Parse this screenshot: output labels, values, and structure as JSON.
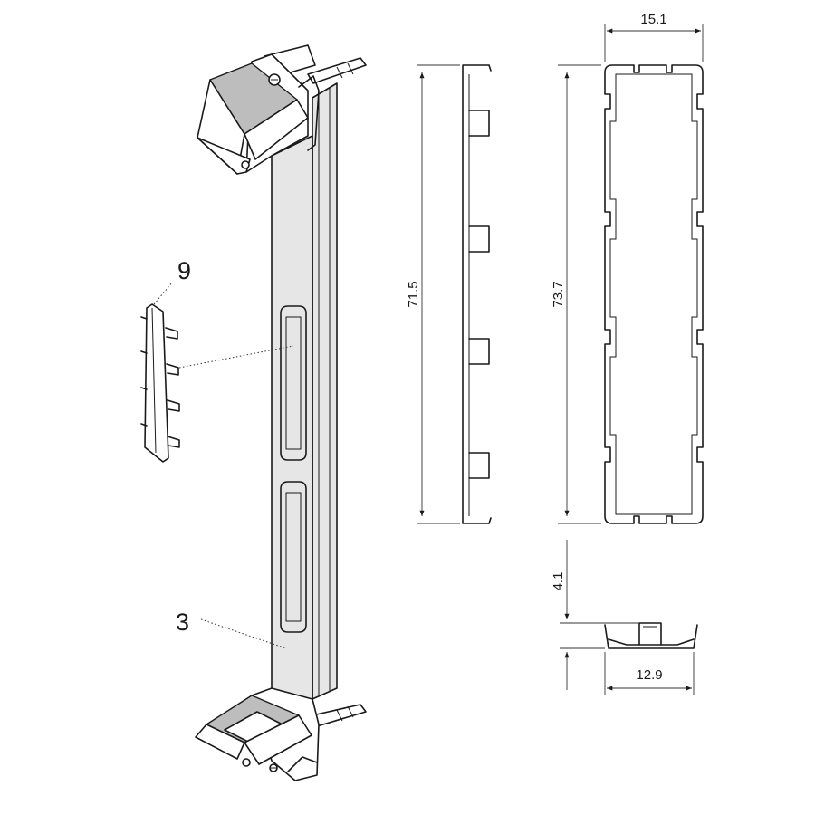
{
  "callouts": {
    "part_9": "9",
    "part_3": "3"
  },
  "dimensions": {
    "side_height": "71.5",
    "overall_height": "73.7",
    "top_width": "15.1",
    "section_height": "4.1",
    "section_width": "12.9"
  }
}
